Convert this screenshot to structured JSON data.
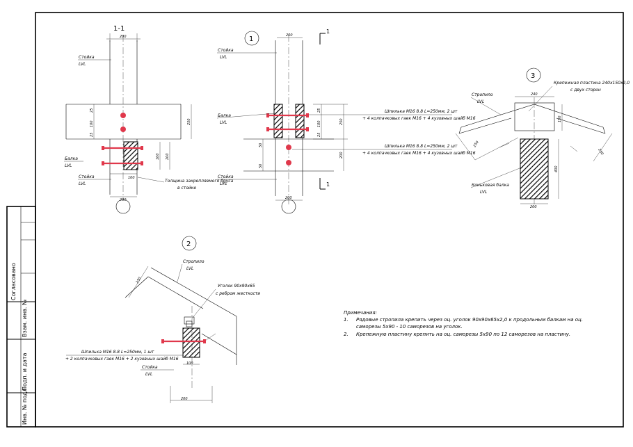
{
  "section_label": "1-1",
  "callouts": {
    "c1": "1",
    "c2": "2",
    "c3": "3",
    "section_mark": "1"
  },
  "labels": {
    "stoika": "Стойка",
    "lvl": "LVL",
    "balka": "Балка",
    "stropilo": "Стропило",
    "konkovaya_balka": "Коньковая балка",
    "beam_thickness_1": "Толщина закрепляемого бруса",
    "beam_thickness_2": "в стойке",
    "plate_1": "Крепежная пластина 240х150х2,0",
    "plate_2": "с двух сторон",
    "angle_1": "Уголок 90х90х65",
    "angle_2": "с ребром жесткости",
    "bolt_a1": "Шпилька М16 8.8 L=250мм, 2 шт",
    "bolt_a2": "+ 4 колпачковых гаек М16 + 4 кузовных шайб М16",
    "bolt_b1": "Шпилька М16 8.8 L=250мм, 2 шт",
    "bolt_b2": "+ 4 колпачковых гаек М16 + 4 кузовных шайб М16",
    "bolt_c1": "Шпилька М16 8.8 L=250мм, 1 шт",
    "bolt_c2": "+ 2 колпачковых гаек М16 + 2 кузовных шайб М16"
  },
  "dims": {
    "d200": "200",
    "d100": "100",
    "d250": "250",
    "d25": "25",
    "d50": "50",
    "d240": "240",
    "d150": "150",
    "d400": "400"
  },
  "notes": {
    "title": "Примечания:",
    "n1_num": "1.",
    "n1_line1": "Рядовые стропила крепить через оц. уголок 90х90х65х2,0 к продольным балкам на оц.",
    "n1_line2": "саморезы 5х90 - 10 саморезов на уголок.",
    "n2_num": "2.",
    "n2_line1": "Крепежную пластину крепить на оц. саморезы 5х90 по 12 саморезов на пластину."
  },
  "stamp": {
    "soglasovano": "Согласовано",
    "vzam": "Взам. инв. №",
    "podp": "Подп. и дата",
    "inv": "Инв. № подл."
  },
  "colors": {
    "bolt": "#e0384b",
    "line": "#000000"
  }
}
